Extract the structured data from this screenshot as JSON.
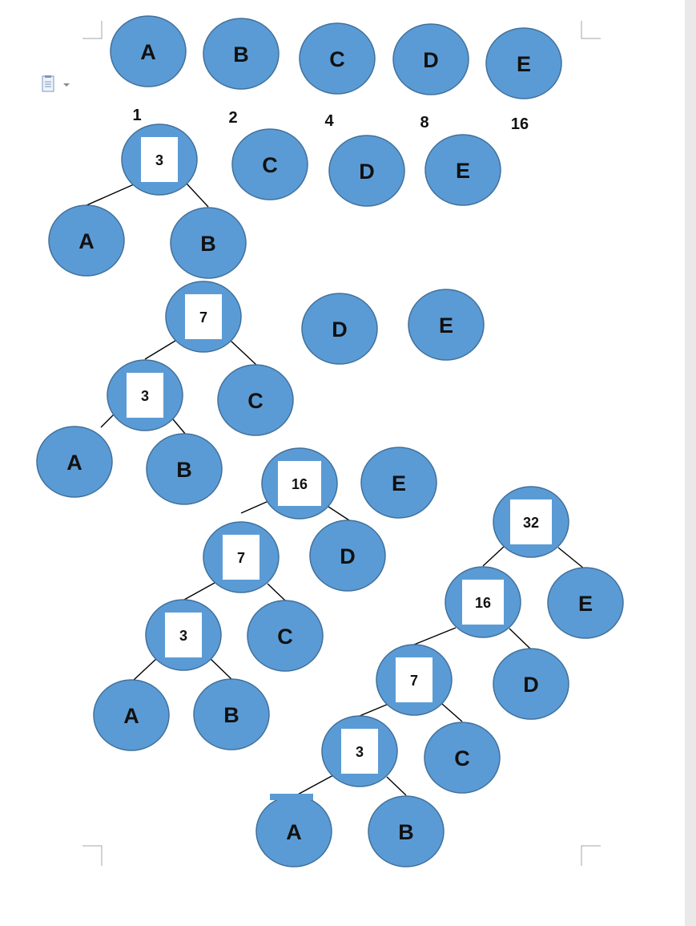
{
  "leaf_nodes": {
    "a": "A",
    "b": "B",
    "c": "C",
    "d": "D",
    "e": "E"
  },
  "weights": {
    "a": "1",
    "b": "2",
    "c": "4",
    "d": "8",
    "e": "16"
  },
  "internal_weights": {
    "w3": "3",
    "w7": "7",
    "w16": "16",
    "w32": "32"
  },
  "icons": {
    "paste_options": "paste-options-icon"
  }
}
